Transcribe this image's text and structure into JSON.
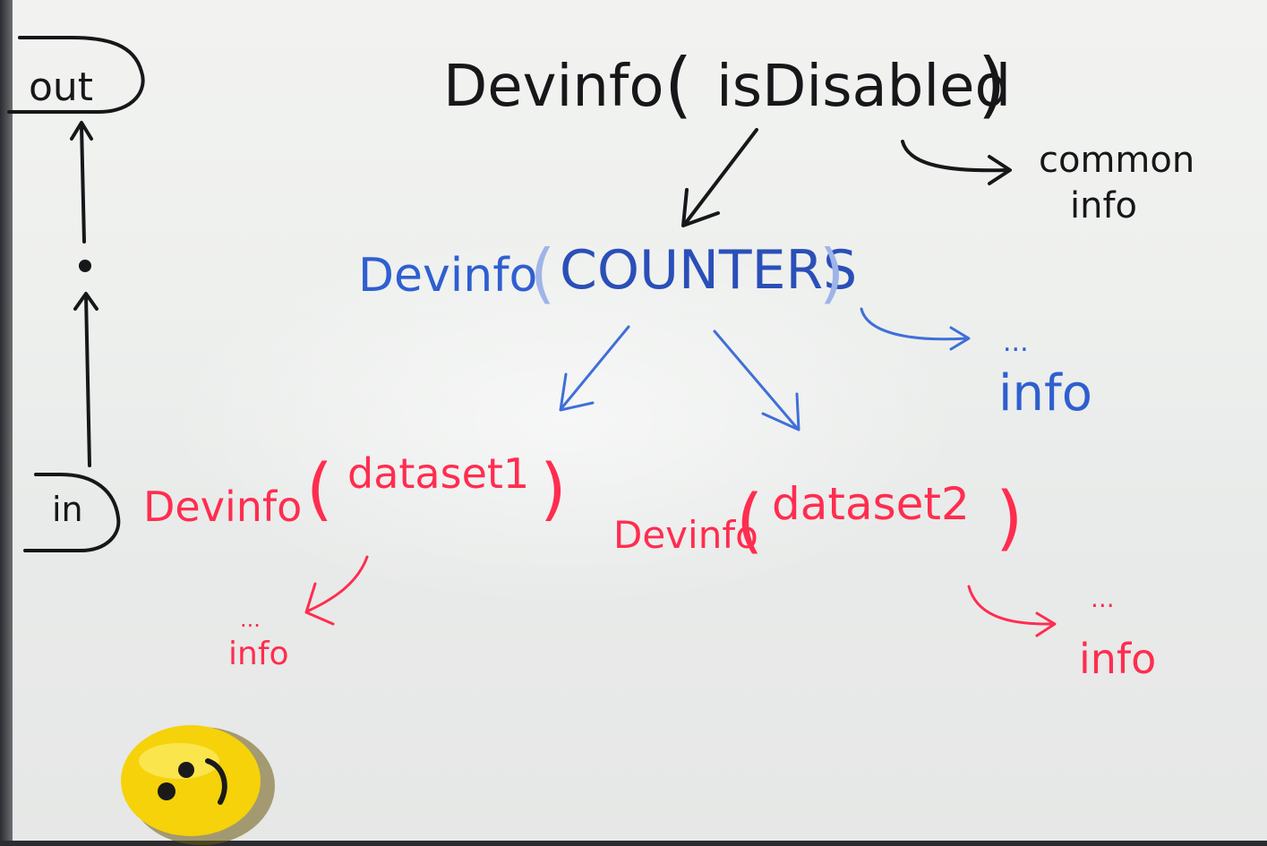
{
  "board": {
    "left_track": {
      "out_label": "out",
      "in_label": "in"
    },
    "root": {
      "function": "Devinfo",
      "paren_open": "(",
      "argument": "isDisabled",
      "paren_close": ")",
      "side_note": "common",
      "side_note_2": "info",
      "color": "#17171a"
    },
    "middle": {
      "function": "Devinfo",
      "paren_open": "(",
      "argument": "COUNTERS",
      "paren_close": ")",
      "side_ellipsis": "...",
      "side_note": "info",
      "color": "#2f5fd0"
    },
    "leaf_1": {
      "function": "Devinfo",
      "paren_open": "(",
      "argument": "dataset1",
      "paren_close": ")",
      "sub_ellipsis": "...",
      "sub_note": "info",
      "color": "#ff2d4f"
    },
    "leaf_2": {
      "function": "Devinfo",
      "paren_open": "(",
      "argument": "dataset2",
      "paren_close": ")",
      "sub_ellipsis": "...",
      "sub_note": "info",
      "color": "#ff2d4f"
    },
    "magnet": {
      "icon": "smiley-magnet-icon",
      "color": "#f5d20a"
    }
  }
}
